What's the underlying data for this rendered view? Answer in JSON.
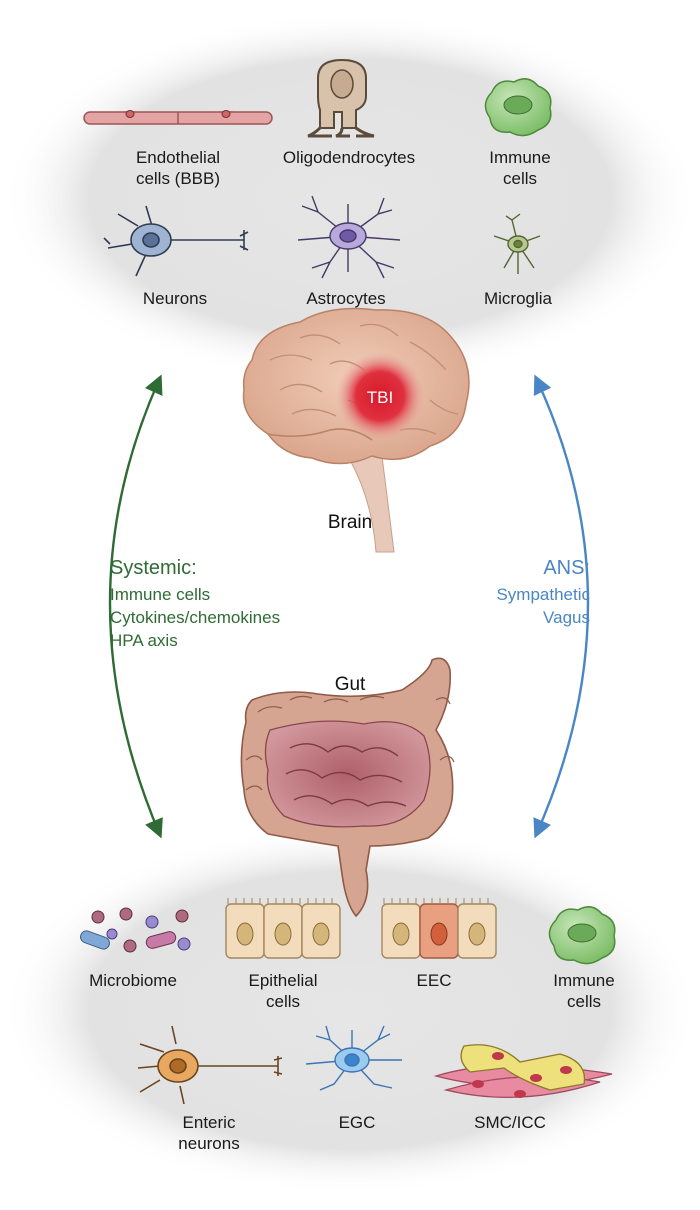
{
  "brain_region": {
    "cells": [
      {
        "line1": "Endothelial",
        "line2": "cells (BBB)"
      },
      {
        "line1": "Oligodendrocytes",
        "line2": ""
      },
      {
        "line1": "Immune",
        "line2": "cells"
      },
      {
        "line1": "Neurons",
        "line2": ""
      },
      {
        "line1": "Astrocytes",
        "line2": ""
      },
      {
        "line1": "Microglia",
        "line2": ""
      }
    ]
  },
  "brain": {
    "label": "Brain",
    "injury_label": "TBI"
  },
  "gut": {
    "label": "Gut"
  },
  "systemic": {
    "heading": "Systemic:",
    "items": [
      "Immune cells",
      "Cytokines/chemokines",
      "HPA axis"
    ]
  },
  "ans": {
    "heading": "ANS:",
    "items": [
      "Sympathetic",
      "Vagus"
    ]
  },
  "gut_region": {
    "cells": [
      {
        "line1": "Microbiome",
        "line2": ""
      },
      {
        "line1": "Epithelial",
        "line2": "cells"
      },
      {
        "line1": "EEC",
        "line2": ""
      },
      {
        "line1": "Immune",
        "line2": "cells"
      },
      {
        "line1": "Enteric",
        "line2": "neurons"
      },
      {
        "line1": "EGC",
        "line2": ""
      },
      {
        "line1": "SMC/ICC",
        "line2": ""
      }
    ]
  },
  "colors": {
    "systemic": "#2f6b34",
    "ans": "#4a86c5",
    "tbi": "#d7192b",
    "region_bg": "#e4e4e4"
  }
}
